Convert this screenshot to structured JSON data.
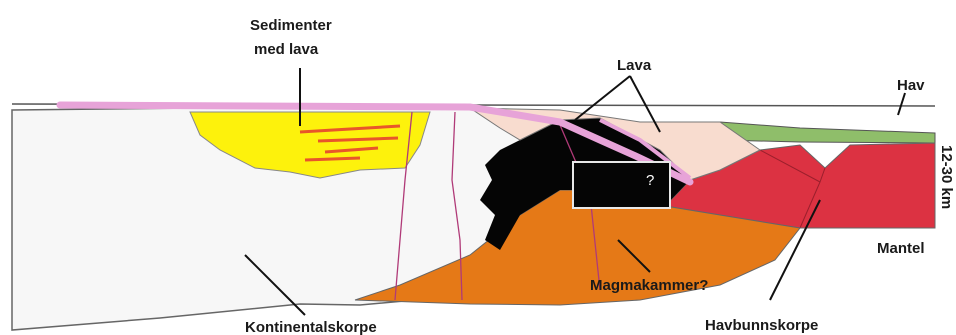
{
  "labels": {
    "sediments_line1": "Sedimenter",
    "sediments_line2": "med lava",
    "lava": "Lava",
    "sea": "Hav",
    "depth": "12-30 km",
    "mantle": "Mantel",
    "magma_chamber": "Magmakammer?",
    "oceanic_crust": "Havbunnskorpe",
    "continental_crust": "Kontinentalskorpe",
    "unknown": "?"
  },
  "colors": {
    "continental_crust": "#f7f7f7",
    "sediments": "#fdf20c",
    "sediment_lava_streaks": "#e8562a",
    "lava_flows": "#f8dccf",
    "surface_lava": "#e7a3d8",
    "intrusion": "#050505",
    "magma_chamber": "#e57917",
    "oceanic_crust": "#dc3242",
    "oceanic_sediment": "#8fbe6a",
    "faults": "#b03a78"
  }
}
